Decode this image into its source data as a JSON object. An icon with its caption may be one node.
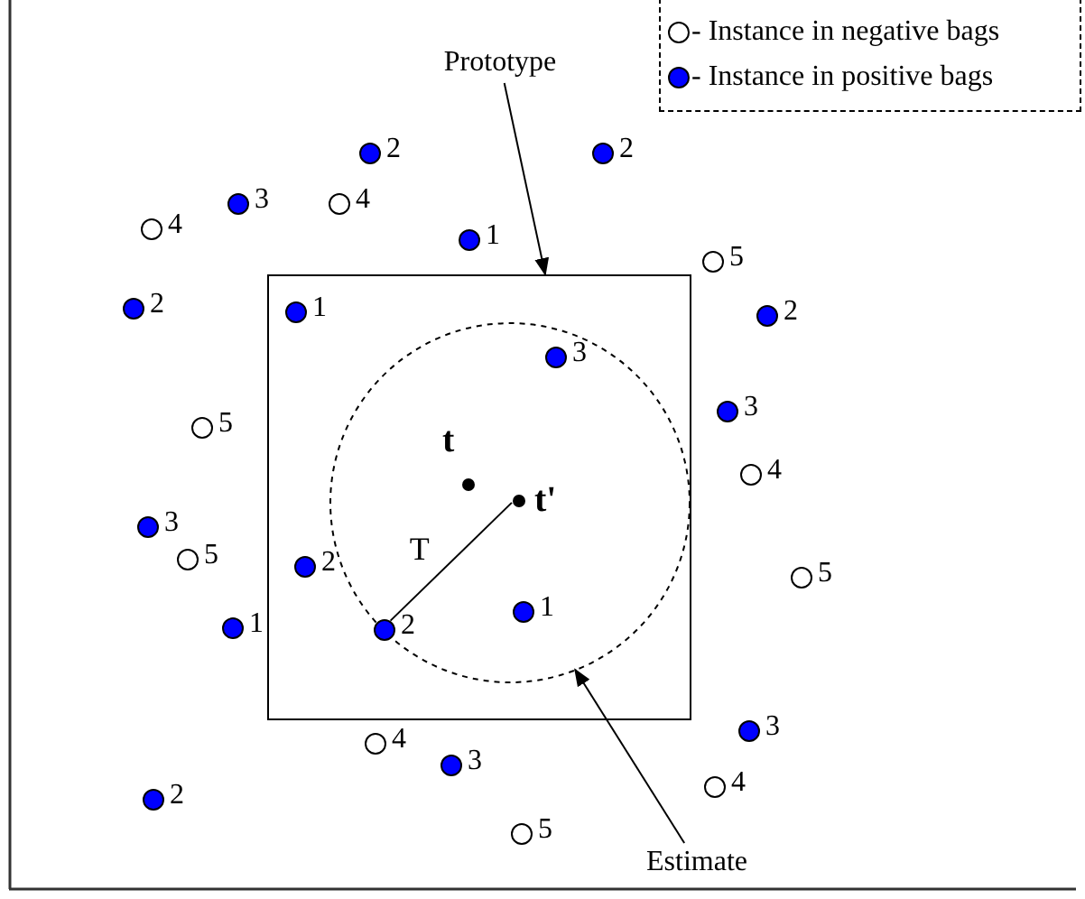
{
  "diagram": {
    "nodes": [
      {
        "text": [
          "Prototype"
        ]
      },
      {
        "text": [],
        "shape": "box"
      },
      {
        "text": [],
        "shape": "circle",
        "in": 1
      },
      {
        "text": [],
        "shape": "dot",
        "beside": [
          "2"
        ]
      },
      {
        "text": [],
        "shape": "dot",
        "beside": [
          "2"
        ]
      },
      {
        "text": [],
        "shape": "dot",
        "beside": [
          "3"
        ]
      },
      {
        "text": [],
        "shape": "circle",
        "beside": [
          "4"
        ]
      },
      {
        "text": [],
        "shape": "circle",
        "beside": [
          "4"
        ]
      },
      {
        "text": [],
        "shape": "dot",
        "beside": [
          "1"
        ]
      },
      {
        "text": [],
        "shape": "circle",
        "beside": [
          "5"
        ]
      },
      {
        "text": [],
        "shape": "dot",
        "beside": [
          "1"
        ],
        "in": 1
      },
      {
        "text": [],
        "shape": "dot",
        "beside": [
          "2"
        ]
      },
      {
        "text": [],
        "shape": "dot",
        "beside": [
          "2"
        ]
      },
      {
        "text": [],
        "shape": "dot",
        "beside": [
          "3"
        ],
        "in": 2
      },
      {
        "text": [],
        "shape": "dot",
        "beside": [
          "3"
        ]
      },
      {
        "text": [],
        "shape": "circle",
        "beside": [
          "5"
        ]
      },
      {
        "text": [],
        "shape": "circle",
        "beside": [
          "4"
        ]
      },
      {
        "text": [],
        "shape": "point",
        "beside": [
          "t"
        ],
        "in": 2
      },
      {
        "text": [],
        "shape": "point",
        "beside": [
          "t'"
        ],
        "in": 2
      },
      {
        "text": [],
        "shape": "dot",
        "beside": [
          "3"
        ]
      },
      {
        "text": [],
        "shape": "circle",
        "beside": [
          "5"
        ]
      },
      {
        "text": [],
        "shape": "dot",
        "beside": [
          "2"
        ],
        "in": 1
      },
      {
        "text": [],
        "shape": "circle",
        "beside": [
          "5"
        ]
      },
      {
        "text": [],
        "shape": "dot",
        "beside": [
          "1"
        ],
        "in": 2
      },
      {
        "text": [],
        "shape": "dot",
        "beside": [
          "1"
        ]
      },
      {
        "text": [],
        "shape": "dot",
        "beside": [
          "2"
        ],
        "in": 2
      },
      {
        "text": [],
        "shape": "dot",
        "beside": [
          "3"
        ]
      },
      {
        "text": [],
        "shape": "circle",
        "beside": [
          "4"
        ]
      },
      {
        "text": [],
        "shape": "dot",
        "beside": [
          "3"
        ]
      },
      {
        "text": [],
        "shape": "circle",
        "beside": [
          "4"
        ]
      },
      {
        "text": [],
        "shape": "dot",
        "beside": [
          "2"
        ]
      },
      {
        "text": [],
        "shape": "circle",
        "beside": [
          "5"
        ]
      },
      {
        "text": [
          "Estimate"
        ]
      }
    ],
    "edges": [
      {
        "from": 0,
        "to": 1,
        "arrow": "to"
      },
      {
        "from": 18,
        "to": 25,
        "arrow": "none",
        "label": "T"
      },
      {
        "from": 32,
        "to": 2,
        "arrow": "to"
      }
    ],
    "legend": [
      {
        "text": "- Instance in negative bags",
        "color": "#ffffff"
      },
      {
        "text": "- Instance in positive bags",
        "color": "#0000ff"
      }
    ]
  }
}
